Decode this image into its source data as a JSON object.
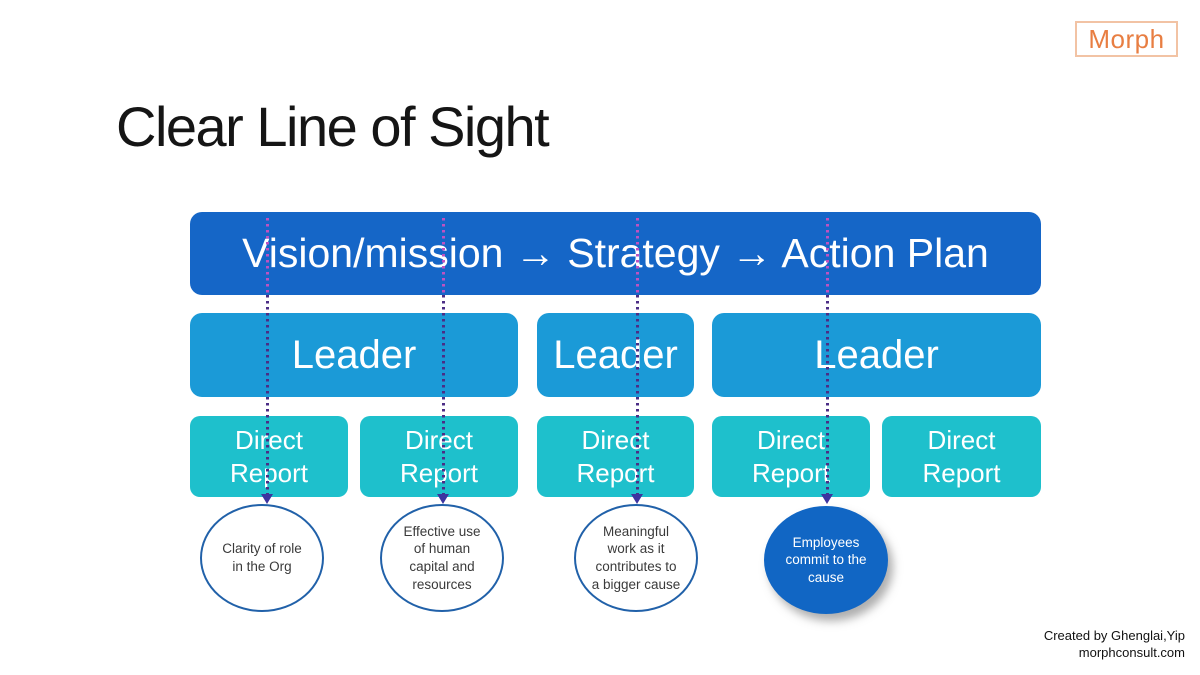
{
  "logo": {
    "text": "Morph"
  },
  "title": "Clear Line of Sight",
  "diagram": {
    "top_bar": {
      "label": "Vision/mission → Strategy → Action Plan"
    },
    "leaders": [
      {
        "label": "Leader"
      },
      {
        "label": "Leader"
      },
      {
        "label": "Leader"
      }
    ],
    "direct_reports": [
      {
        "label": "Direct Report"
      },
      {
        "label": "Direct Report"
      },
      {
        "label": "Direct Report"
      },
      {
        "label": "Direct Report"
      },
      {
        "label": "Direct Report"
      }
    ],
    "outcomes": [
      {
        "text": "Clarity of role in the Org",
        "filled": false
      },
      {
        "text": "Effective use of human capital and resources",
        "filled": false
      },
      {
        "text": "Meaningful work as it contributes to a bigger cause",
        "filled": false
      },
      {
        "text": "Employees commit to the cause",
        "filled": true
      }
    ]
  },
  "footer": {
    "line1": "Created by Ghenglai,Yip",
    "line2": "morphconsult.com"
  },
  "colors": {
    "top_bar": "#1566C7",
    "leader": "#1B9AD7",
    "direct_report": "#1EC0CC",
    "circle_border": "#2161A9",
    "circle_filled": "#1166C4",
    "arrow_pink": "#BE52C2",
    "arrow_purple": "#4B2D86",
    "arrowhead": "#3C35A0",
    "logo_text": "#E87E42",
    "logo_border": "#F2C3A4"
  }
}
